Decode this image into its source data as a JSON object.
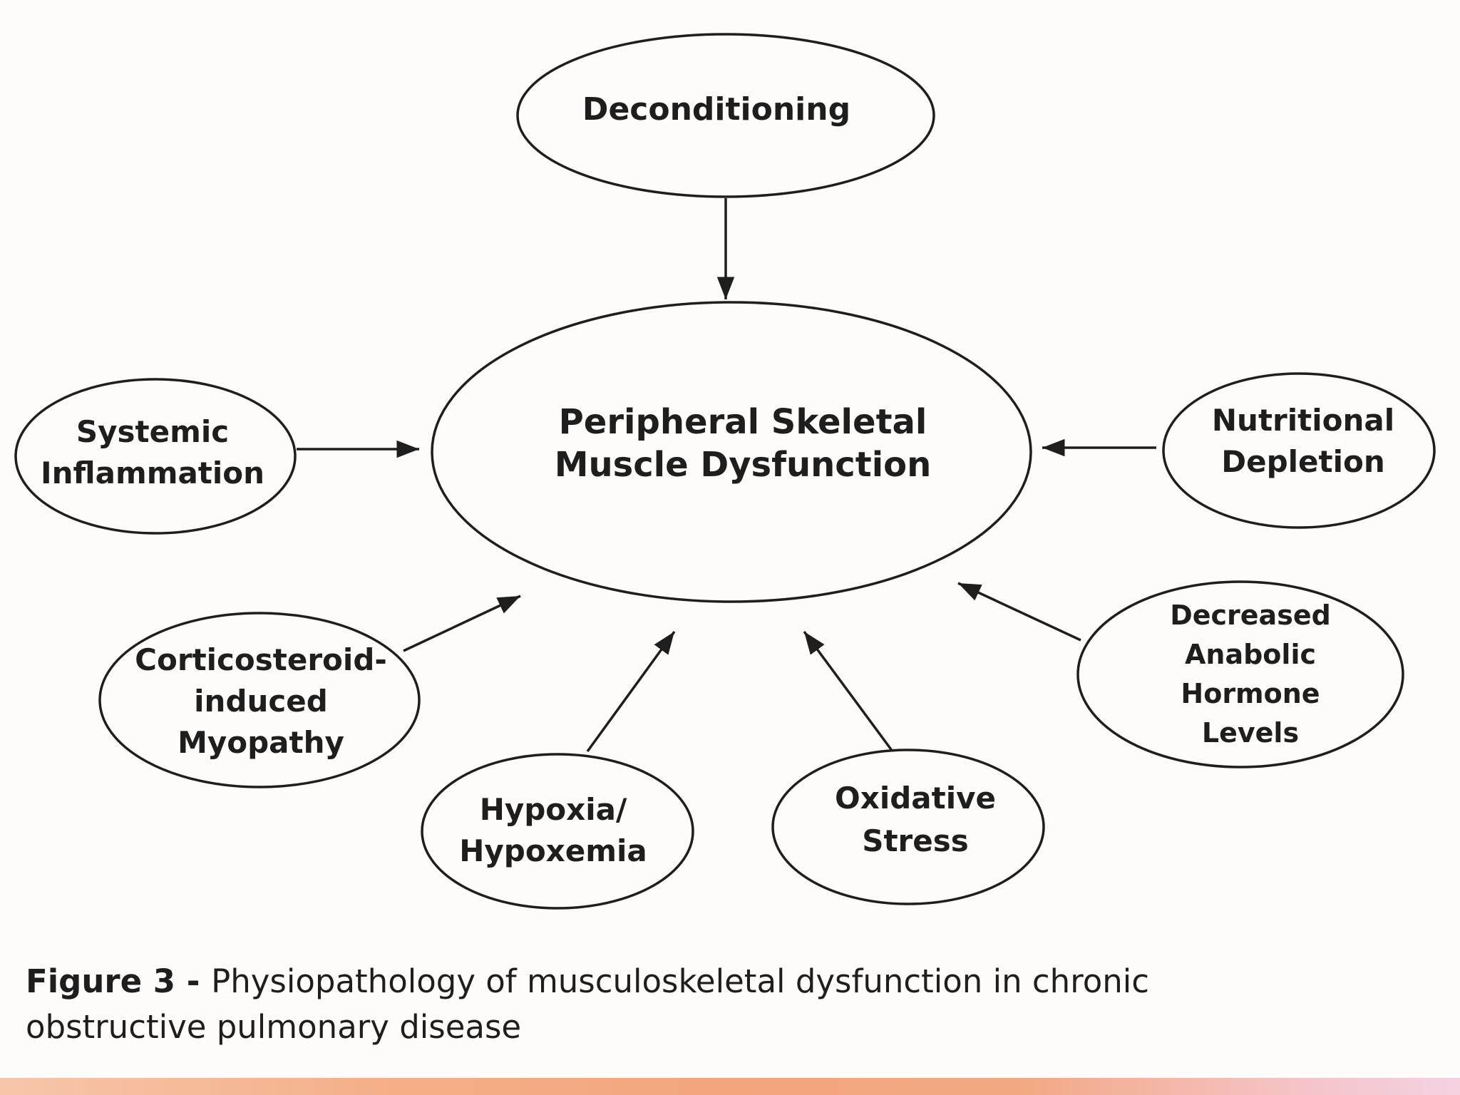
{
  "nodes": {
    "center": {
      "lines": [
        "Peripheral  Skeletal",
        "Muscle  Dysfunction"
      ]
    },
    "deconditioning": {
      "lines": [
        "Deconditioning"
      ]
    },
    "systemic_inflammation": {
      "lines": [
        "Systemic",
        "Inflammation"
      ]
    },
    "nutritional_depletion": {
      "lines": [
        "Nutritional",
        "Depletion"
      ]
    },
    "corticosteroid_myopathy": {
      "lines": [
        "Corticosteroid-",
        "induced",
        "Myopathy"
      ]
    },
    "hypoxia": {
      "lines": [
        "Hypoxia/",
        "Hypoxemia"
      ]
    },
    "oxidative_stress": {
      "lines": [
        "Oxidative",
        "Stress"
      ]
    },
    "anabolic_hormone": {
      "lines": [
        "Decreased",
        "Anabolic",
        "Hormone",
        "Levels"
      ]
    }
  },
  "caption": {
    "figure_label": "Figure 3 - ",
    "text": "Physiopathology of musculoskeletal dysfunction in chronic obstructive pulmonary disease"
  },
  "colors": {
    "stroke": "#1e1e1e",
    "background": "#fdfcfb"
  }
}
